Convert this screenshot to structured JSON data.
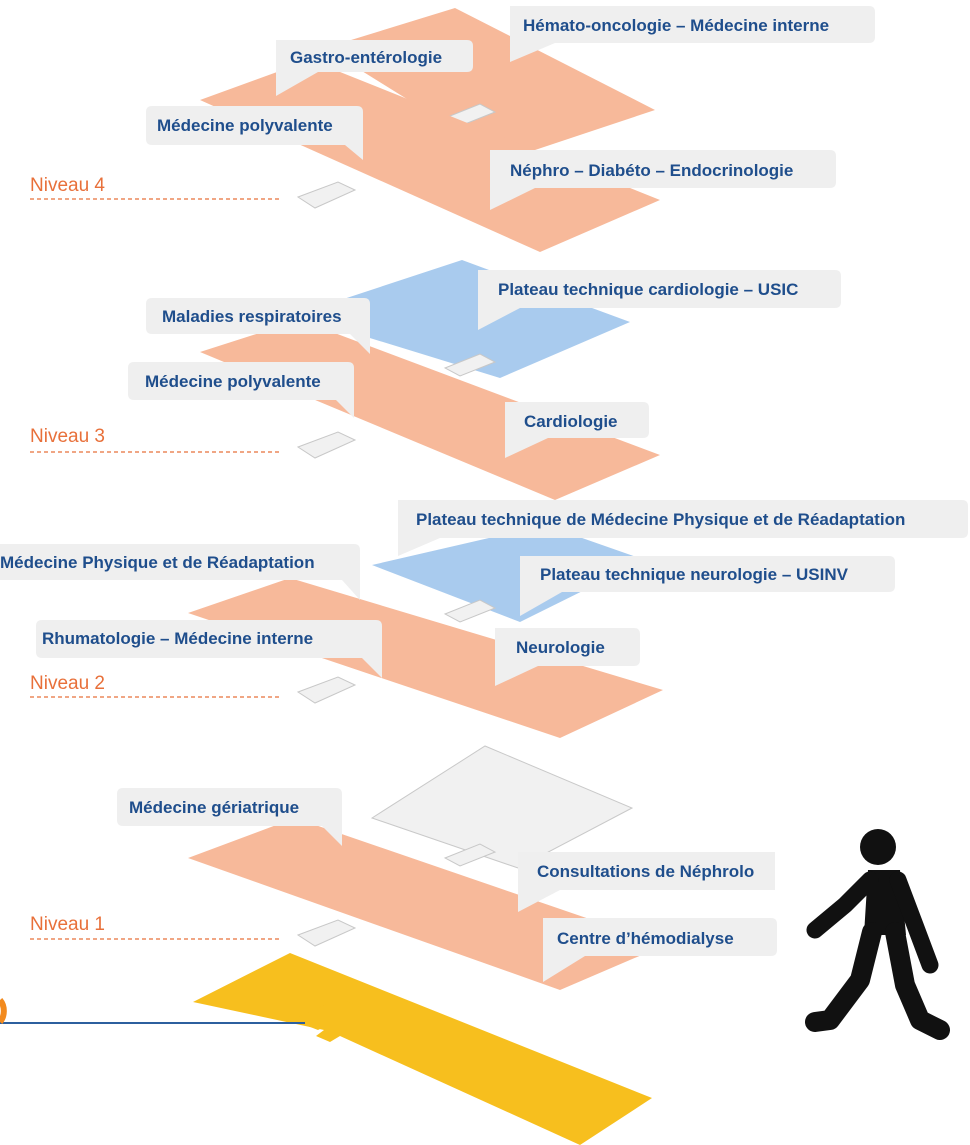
{
  "colors": {
    "service_floor": "#f7b99a",
    "technical_platform": "#a9cbee",
    "neutral_floor": "#f1f1f1",
    "ground_floor": "#f7bf1e",
    "label_text": "#1f4e8c",
    "level_text": "#e8703a",
    "callout_bg": "#efefef",
    "walker": "#111111"
  },
  "levels": [
    {
      "id": "niveau-4",
      "label": "Niveau  4"
    },
    {
      "id": "niveau-3",
      "label": "Niveau 3"
    },
    {
      "id": "niveau-2",
      "label": "Niveau 2"
    },
    {
      "id": "niveau-1",
      "label": "Niveau 1"
    }
  ],
  "services": [
    {
      "id": "hemato",
      "label": "Hémato-oncologie – Médecine interne"
    },
    {
      "id": "gastro",
      "label": "Gastro-entérologie"
    },
    {
      "id": "med-poly-4",
      "label": "Médecine polyvalente"
    },
    {
      "id": "nephro",
      "label": "Néphro – Diabéto – Endocrinologie"
    },
    {
      "id": "plateau-cardio",
      "label": "Plateau technique cardiologie – USIC"
    },
    {
      "id": "respi",
      "label": "Maladies respiratoires"
    },
    {
      "id": "med-poly-3",
      "label": "Médecine polyvalente"
    },
    {
      "id": "cardio",
      "label": "Cardiologie"
    },
    {
      "id": "plateau-mpr",
      "label": "Plateau technique de Médecine Physique et de Réadaptation"
    },
    {
      "id": "mpr",
      "label": "Médecine Physique et de Réadaptation"
    },
    {
      "id": "plateau-neuro",
      "label": "Plateau technique neurologie – USINV"
    },
    {
      "id": "rhumato",
      "label": "Rhumatologie – Médecine interne"
    },
    {
      "id": "neuro",
      "label": "Neurologie"
    },
    {
      "id": "geriatrie",
      "label": "Médecine gériatrique"
    },
    {
      "id": "consult-nephro",
      "label": "Consultations de Néphrolo"
    },
    {
      "id": "hemodialyse",
      "label": "Centre d’hémodialyse"
    }
  ],
  "icons": {
    "walker": "pedestrian-icon"
  }
}
